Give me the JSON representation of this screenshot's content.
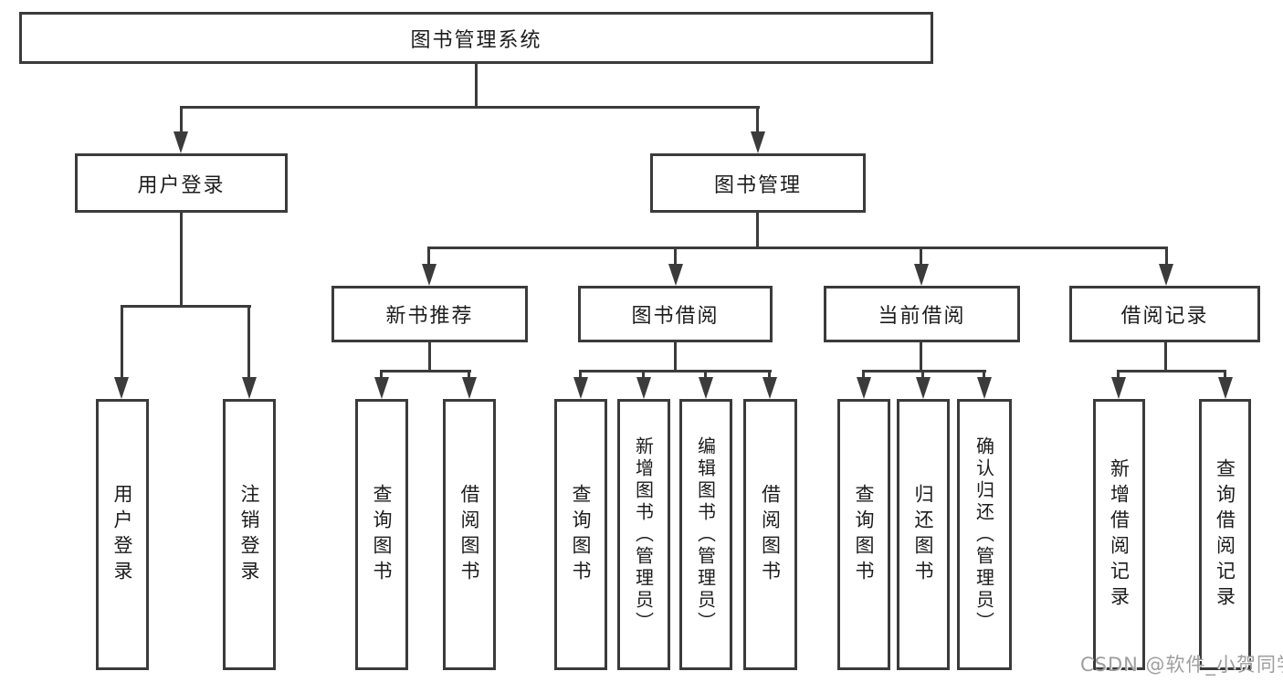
{
  "diagram": {
    "root": {
      "label": "图书管理系统",
      "children": [
        {
          "label": "用户登录",
          "children": [
            {
              "label": "用户登录"
            },
            {
              "label": "注销登录"
            }
          ]
        },
        {
          "label": "图书管理",
          "children": [
            {
              "label": "新书推荐",
              "children": [
                {
                  "label": "查询图书"
                },
                {
                  "label": "借阅图书"
                }
              ]
            },
            {
              "label": "图书借阅",
              "children": [
                {
                  "label": "查询图书"
                },
                {
                  "label": "新增图书（管理员）"
                },
                {
                  "label": "编辑图书（管理员）"
                },
                {
                  "label": "借阅图书"
                }
              ]
            },
            {
              "label": "当前借阅",
              "children": [
                {
                  "label": "查询图书"
                },
                {
                  "label": "归还图书"
                },
                {
                  "label": "确认归还（管理员）"
                }
              ]
            },
            {
              "label": "借阅记录",
              "children": [
                {
                  "label": "新增借阅记录"
                },
                {
                  "label": "查询借阅记录"
                }
              ]
            }
          ]
        }
      ]
    },
    "watermark": "CSDN @软件_小贺同学",
    "colors": {
      "line": "#3b3b3b",
      "text": "#1c1c1c",
      "watermark": "#9e9e9e",
      "background": "#ffffff"
    }
  }
}
